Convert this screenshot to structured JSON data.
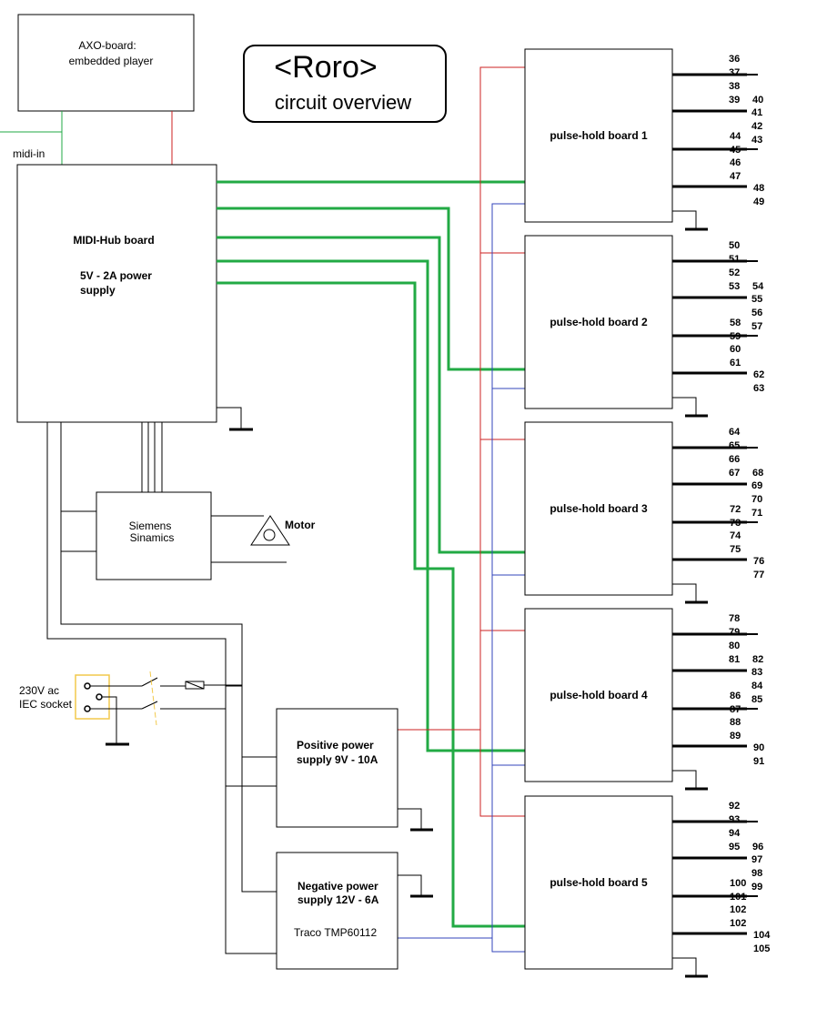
{
  "title": {
    "main": "<Roro>",
    "sub": "circuit overview"
  },
  "blocks": {
    "axo_line1": "AXO-board:",
    "axo_line2": "embedded player",
    "midi_in": "midi-in",
    "midi_hub_title": "MIDI-Hub board",
    "midi_hub_psu_line1": "5V - 2A power",
    "midi_hub_psu_line2": "supply",
    "siemens_line1": "Siemens",
    "siemens_line2": "Sinamics",
    "motor": "Motor",
    "socket_line1": "230V ac",
    "socket_line2": "IEC socket",
    "pos_psu_line1": "Positive power",
    "pos_psu_line2": "supply  9V - 10A",
    "neg_psu_line1": "Negative power",
    "neg_psu_line2": "supply 12V - 6A",
    "neg_psu_part": "Traco TMP60112"
  },
  "boards": [
    {
      "label": "pulse-hold board 1",
      "pins": [
        "36",
        "37",
        "38",
        "39",
        "40",
        "41",
        "42",
        "43",
        "44",
        "45",
        "46",
        "47",
        "48",
        "49"
      ]
    },
    {
      "label": "pulse-hold board 2",
      "pins": [
        "50",
        "51",
        "52",
        "53",
        "54",
        "55",
        "56",
        "57",
        "58",
        "59",
        "60",
        "61",
        "62",
        "63"
      ]
    },
    {
      "label": "pulse-hold board 3",
      "pins": [
        "64",
        "65",
        "66",
        "67",
        "68",
        "69",
        "70",
        "71",
        "72",
        "73",
        "74",
        "75",
        "76",
        "77"
      ]
    },
    {
      "label": "pulse-hold board 4",
      "pins": [
        "78",
        "79",
        "80",
        "81",
        "82",
        "83",
        "84",
        "85",
        "86",
        "87",
        "88",
        "89",
        "90",
        "91"
      ]
    },
    {
      "label": "pulse-hold board 5",
      "pins": [
        "92",
        "93",
        "94",
        "95",
        "96",
        "97",
        "98",
        "99",
        "100",
        "101",
        "102",
        "102",
        "104",
        "105"
      ]
    }
  ],
  "colors": {
    "red": "#cc2222",
    "blue": "#3344bb",
    "green": "#22aa44",
    "black": "#000000",
    "socket": "#f2c94c"
  }
}
